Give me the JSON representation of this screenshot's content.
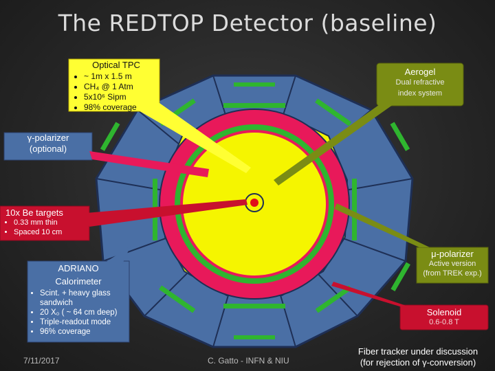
{
  "title": "The REDTOP Detector (baseline)",
  "optical_tpc": {
    "heading": "Optical TPC",
    "items": [
      "~ 1m x 1.5 m",
      "CH₄ @ 1 Atm",
      "5x10⁶ Sipm",
      "98% coverage"
    ]
  },
  "aerogel": {
    "heading": "Aerogel",
    "sub1": "Dual refractive",
    "sub2": "index system"
  },
  "gamma_polarizer": {
    "line1": "γ-polarizer",
    "line2": "(optional)"
  },
  "be_targets": {
    "heading": "10x Be targets",
    "items": [
      "0.33 mm thin",
      "Spaced 10 cm"
    ]
  },
  "mu_polarizer": {
    "heading": "μ-polarizer",
    "sub1": "Active version",
    "sub2": "(from TREK exp.)"
  },
  "adriano": {
    "heading1": "ADRIANO",
    "heading2": "Calorimeter",
    "items": [
      "Scint. + heavy glass sandwich",
      "20 X₀ ( ~ 64 cm deep)",
      "Triple-readout mode",
      "96% coverage"
    ]
  },
  "solenoid": {
    "heading": "Solenoid",
    "sub": "0.6-0.8 T"
  },
  "footer": {
    "date": "7/11/2017",
    "author": "C. Gatto - INFN & NIU",
    "fiber_line1": "Fiber tracker under discussion",
    "fiber_line2": "(for rejection of γ-conversion)"
  },
  "colors": {
    "calorimeter": "#4a6fa5",
    "solenoid_ring": "#e8195a",
    "tpc": "#f5f500",
    "modules": "#2fb52f",
    "callout_yellow": "#ffff33",
    "callout_olive": "#7a8c14",
    "callout_red": "#c8102e"
  }
}
